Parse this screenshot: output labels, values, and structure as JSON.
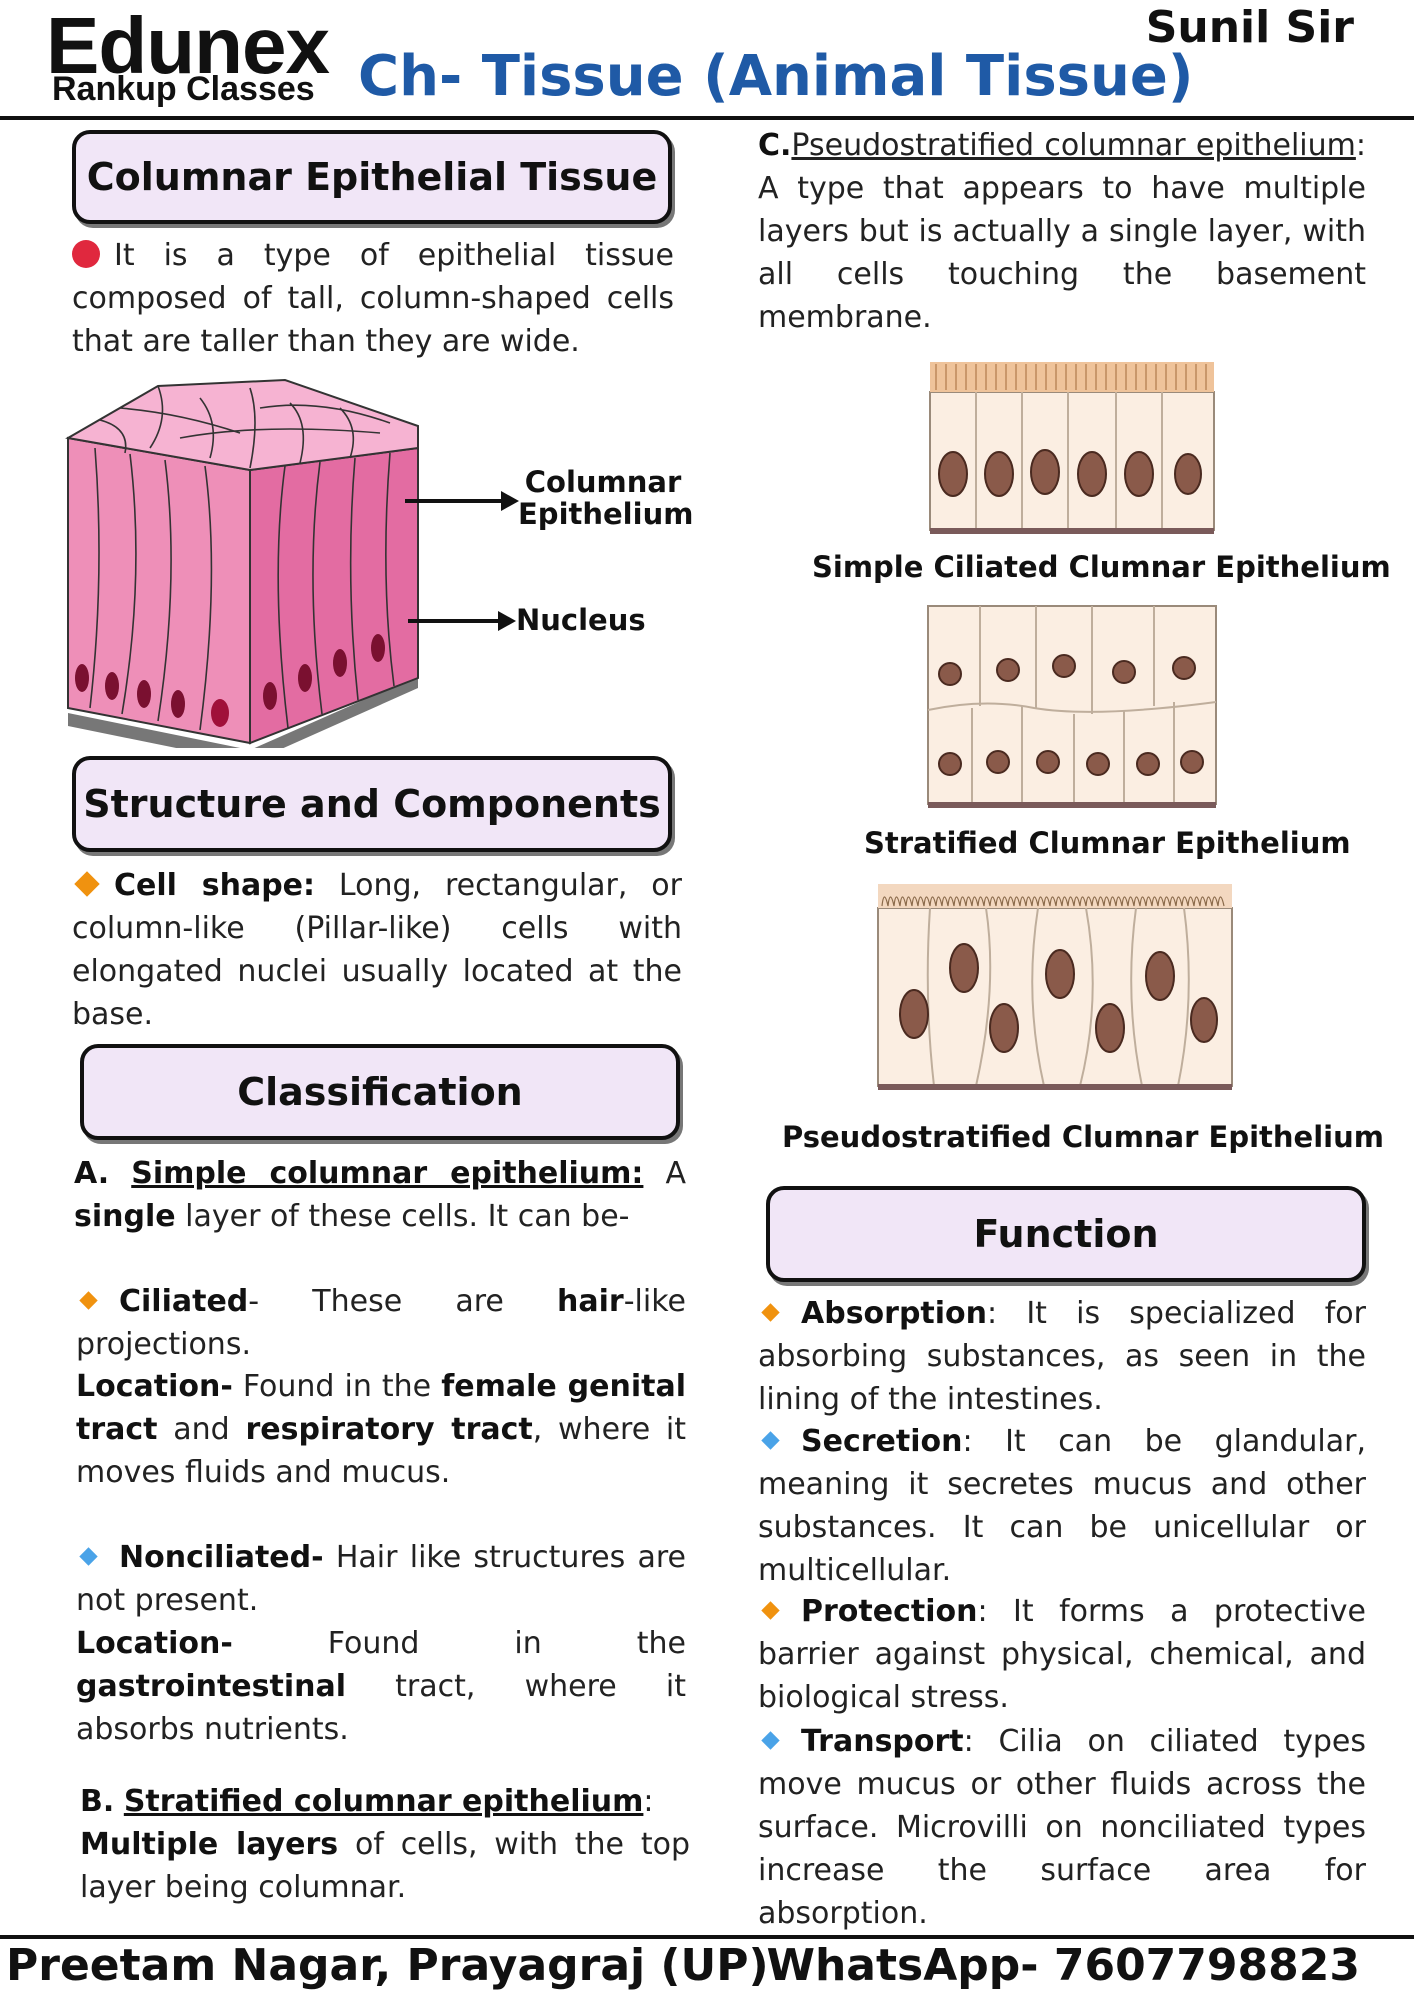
{
  "header": {
    "brand": "Edunex",
    "brand_sub": "Rankup Classes",
    "chapter": "Ch- Tissue (Animal Tissue)",
    "teacher": "Sunil Sir"
  },
  "left": {
    "box1": "Columnar Epithelial Tissue",
    "intro": "It is a type of epithelial tissue composed of tall, column-shaped cells that are taller than they are wide.",
    "label_columnar_1": "Columnar",
    "label_columnar_2": "Epithelium",
    "label_nucleus": "Nucleus",
    "box2": "Structure and Components",
    "cell_shape_label": "Cell shape:",
    "cell_shape_text": " Long, rectangular, or column-like (Pillar-like) cells with elongated nuclei usually located at the base.",
    "box3": "Classification",
    "a_prefix": "A.",
    "a_title": "Simple columnar epithelium:",
    "a_mid": " A ",
    "a_single": "single",
    "a_rest": " layer of these cells. It can be-",
    "ciliated_label": "Ciliated",
    "ciliated_text1": "- These are ",
    "ciliated_hair": "hair",
    "ciliated_text2": "-like projections.",
    "loc1_label": "Location-",
    "loc1_text1": " Found in the ",
    "loc1_b1": "female genital tract",
    "loc1_text2": " and ",
    "loc1_b2": "respiratory tract",
    "loc1_text3": ", where it moves fluids and mucus.",
    "nonciliated_label": "Nonciliated-",
    "nonciliated_text": " Hair like structures are not present.",
    "loc2_label": "Location-",
    "loc2_text1": " Found in the ",
    "loc2_b": "gastrointestinal",
    "loc2_text2": " tract, where it absorbs nutrients.",
    "b_prefix": "B.",
    "b_title": "Stratified columnar epithelium",
    "b_colon": ":",
    "b_bold": "Multiple layers",
    "b_rest": " of cells, with the top layer being columnar."
  },
  "right": {
    "c_prefix": "C.",
    "c_title": "Pseudostratified columnar epithelium",
    "c_text": ": A type that appears to have multiple layers but is actually a single layer, with all cells touching the basement membrane.",
    "cap1": "Simple Ciliated Clumnar Epithelium",
    "cap2": "Stratified Clumnar Epithelium",
    "cap3": "Pseudostratified Clumnar Epithelium",
    "box_function": "Function",
    "f1_label": "Absorption",
    "f1_text": ": It is specialized for absorbing substances, as seen in the lining of the intestines.",
    "f2_label": "Secretion",
    "f2_text": ": It can be glandular, meaning it secretes mucus and other substances. It can be unicellular or multicellular.",
    "f3_label": "Protection",
    "f3_text": ": It forms a protective barrier against physical, chemical, and biological stress.",
    "f4_label": "Transport",
    "f4_text": ": Cilia on ciliated types move mucus or other fluids across the surface. Microvilli on nonciliated types increase the surface area for absorption."
  },
  "footer": {
    "address": "Preetam Nagar, Prayagraj (UP)",
    "whatsapp": "WhatsApp- 7607798823"
  },
  "colors": {
    "heading_blue": "#1f5aa6",
    "box_fill": "#f1e6f7",
    "bullet_red": "#e0283e",
    "bullet_orange": "#f0920f",
    "bullet_blue": "#4aa3e8"
  },
  "icons": [
    "red-dot-bullet",
    "orange-diamond-bullet",
    "blue-diamond-bullet",
    "arrow-right-icon"
  ]
}
